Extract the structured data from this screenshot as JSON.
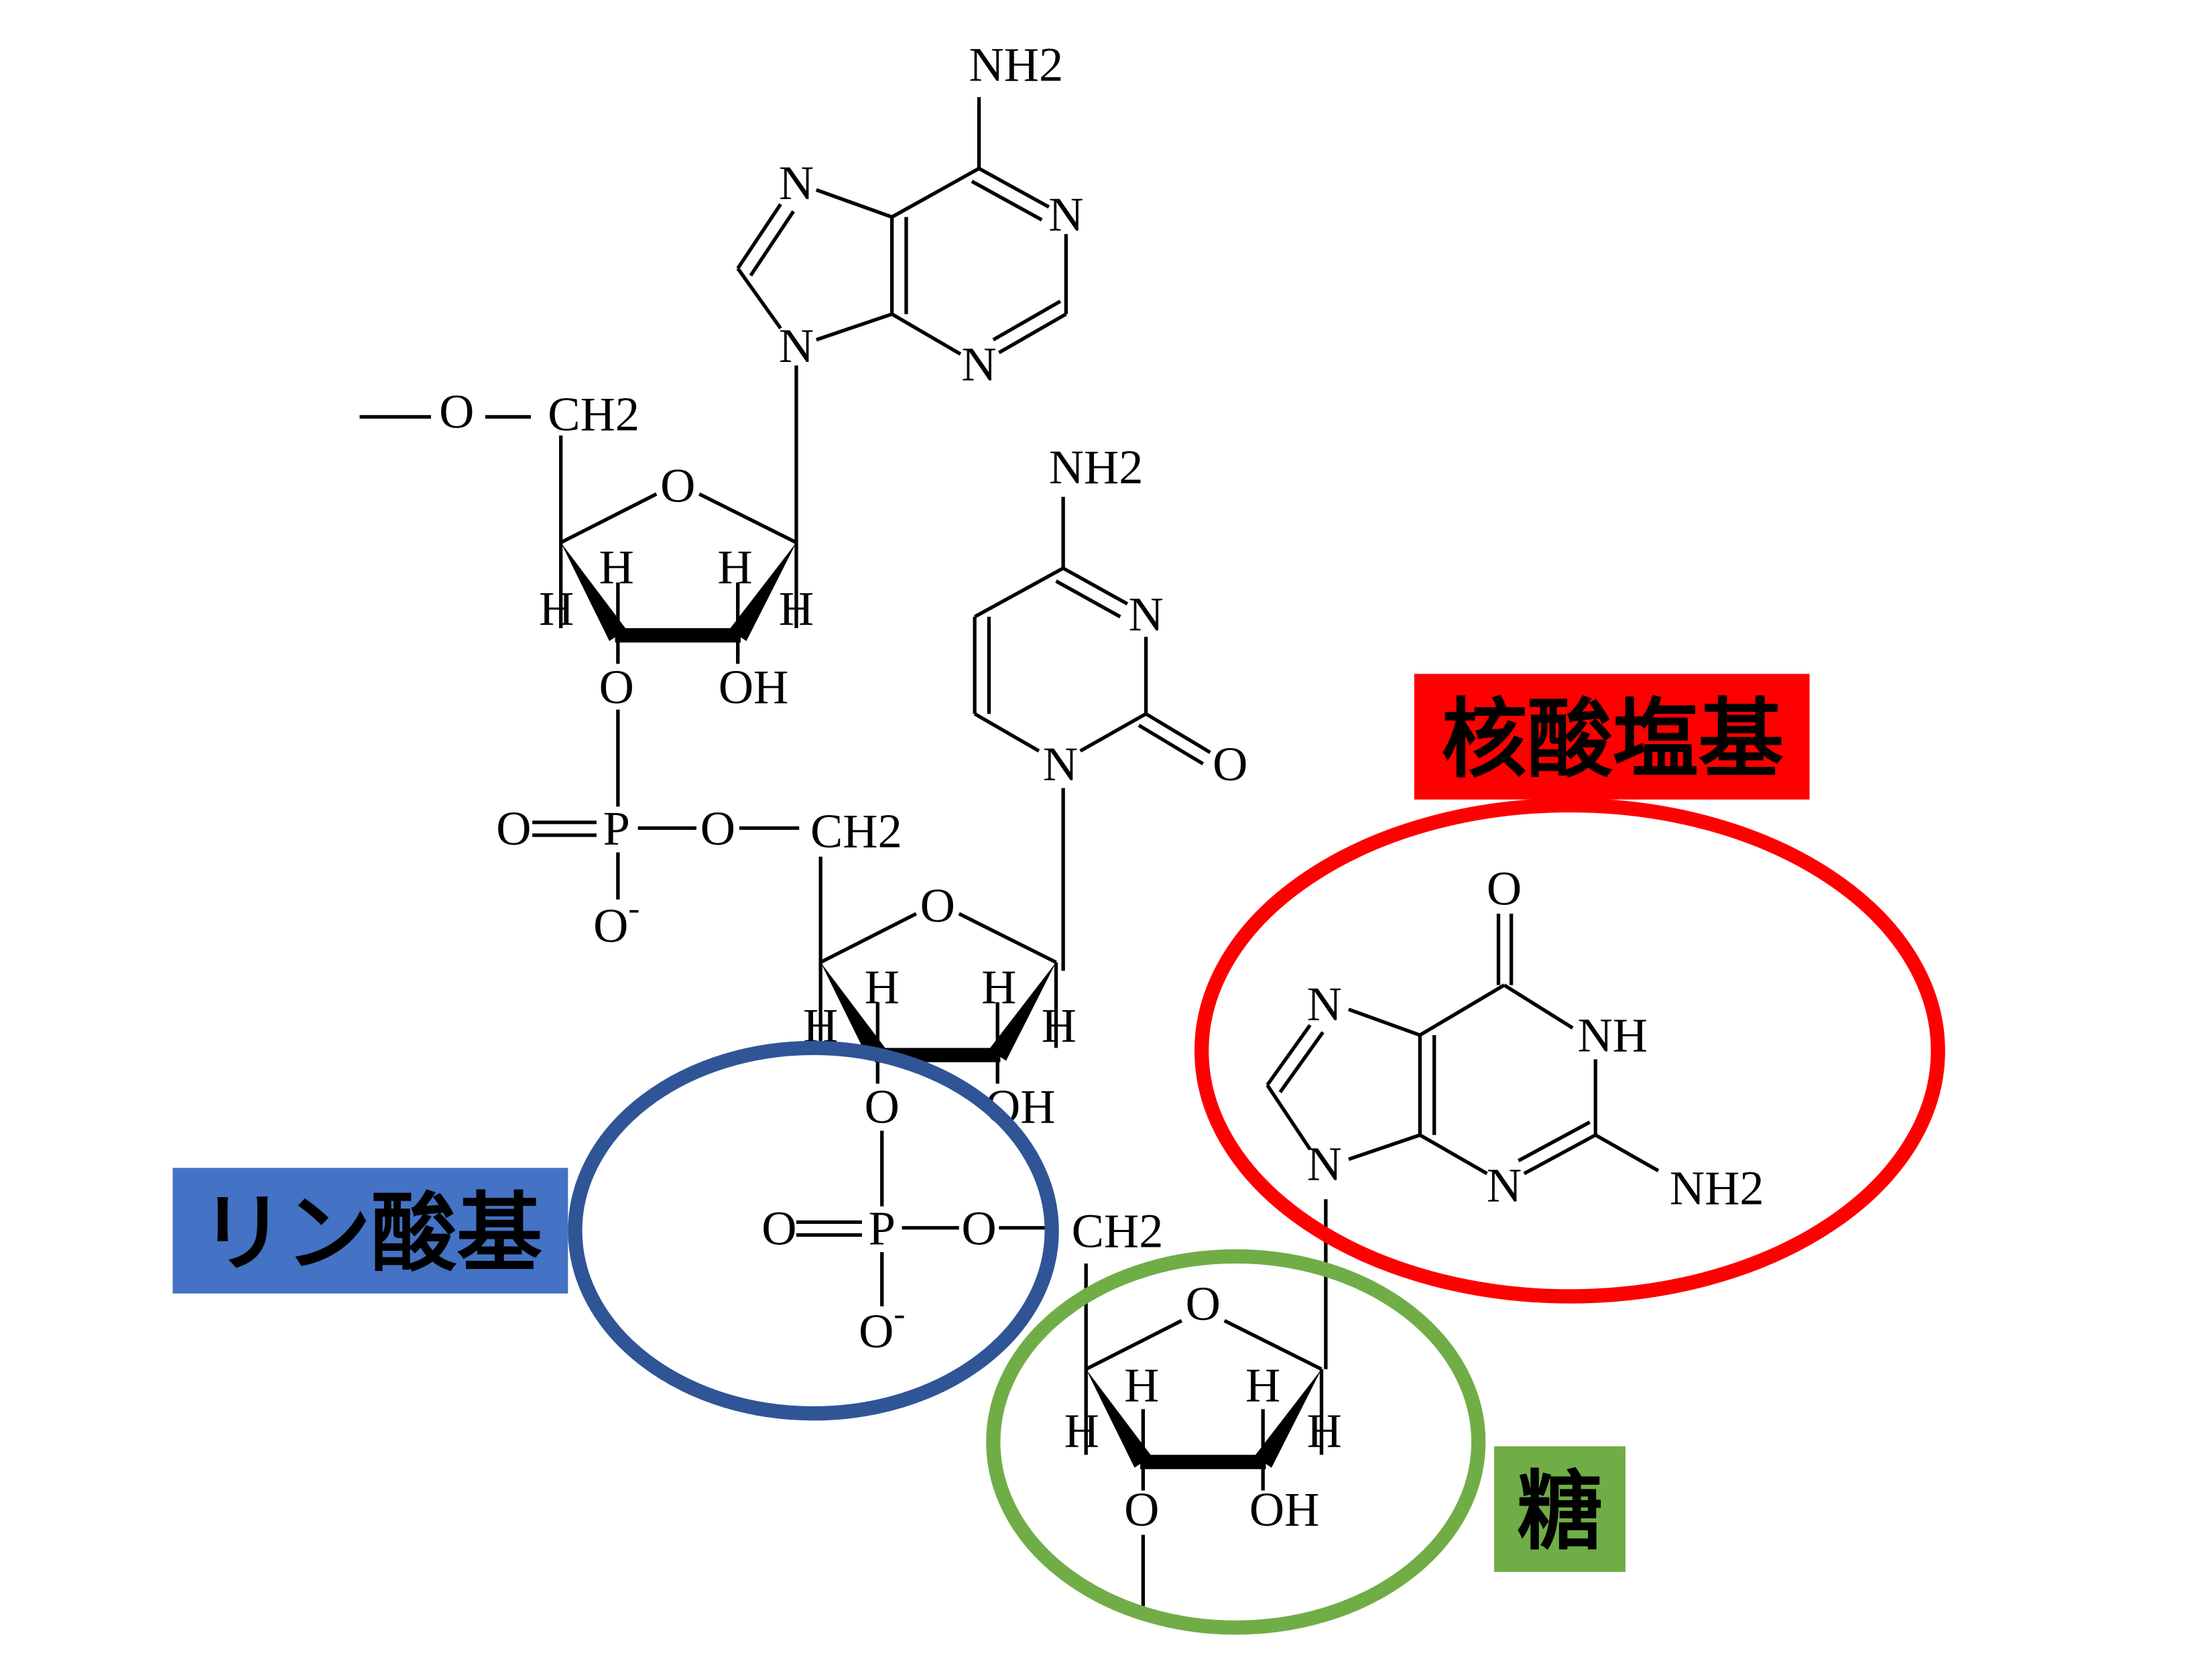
{
  "title_labels": {
    "base": "核酸塩基",
    "phosphate": "リン酸基",
    "sugar": "糖"
  },
  "colors": {
    "base": "#ff0000",
    "phosphate_ring": "#2f5597",
    "phosphate_box": "#4472c4",
    "sugar": "#70ad47",
    "bond": "#000000"
  },
  "adenine_atoms": [
    "NH2",
    "N",
    "N",
    "N",
    "N"
  ],
  "sugar1_atoms": [
    "O",
    "CH2",
    "O",
    "H",
    "H",
    "H",
    "H",
    "O",
    "OH"
  ],
  "phosphate1_atoms": [
    "O",
    "P",
    "O",
    "CH2",
    "O-"
  ],
  "cytosine_atoms": [
    "NH2",
    "N",
    "N",
    "O"
  ],
  "sugar2_atoms": [
    "O",
    "H",
    "H",
    "H",
    "H",
    "O",
    "OH"
  ],
  "phosphate2_atoms": [
    "O",
    "P",
    "O",
    "CH2",
    "O-"
  ],
  "sugar3_atoms": [
    "O",
    "H",
    "H",
    "H",
    "H",
    "O",
    "OH"
  ],
  "guanine_atoms": [
    "O",
    "NH",
    "N",
    "N",
    "N",
    "NH2"
  ]
}
